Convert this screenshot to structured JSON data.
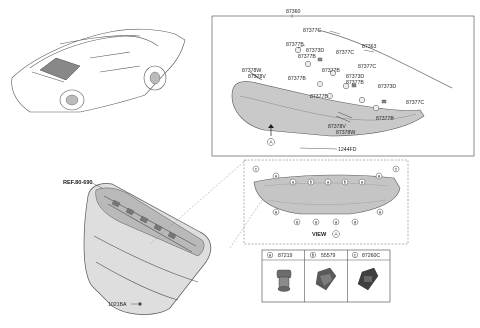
{
  "labels": {
    "p87360": "87360",
    "p87377c_a": "87377C",
    "p87377b_a": "87377B",
    "p87373d_a": "87373D",
    "p87377b_b": "87377B",
    "p87377c_b": "87377C",
    "p87363": "87363",
    "p87378w_a": "87378W",
    "p87378v_a": "87378V",
    "p87377b_c": "87377B",
    "p87377b_d": "87377B",
    "p87377c_c": "87377C",
    "p87373d_b": "87373D",
    "p87377b_e": "87377B",
    "p87377b_f": "87377B",
    "p87373d_c": "87373D",
    "p87377c_d": "87377C",
    "p87377b_g": "87377B",
    "p87378v_b": "87378V",
    "p87378w_b": "87378W",
    "p1244fd": "1244FD",
    "ref": "REF.80-690",
    "p1021ba": "1021BA",
    "view": "VIEW"
  },
  "callouts": {
    "a": "a",
    "b": "b",
    "c": "c",
    "view_marker": "A"
  },
  "legend": [
    {
      "key": "a",
      "part": "87219"
    },
    {
      "key": "b",
      "part": "55579"
    },
    {
      "key": "c",
      "part": "87260C"
    }
  ]
}
